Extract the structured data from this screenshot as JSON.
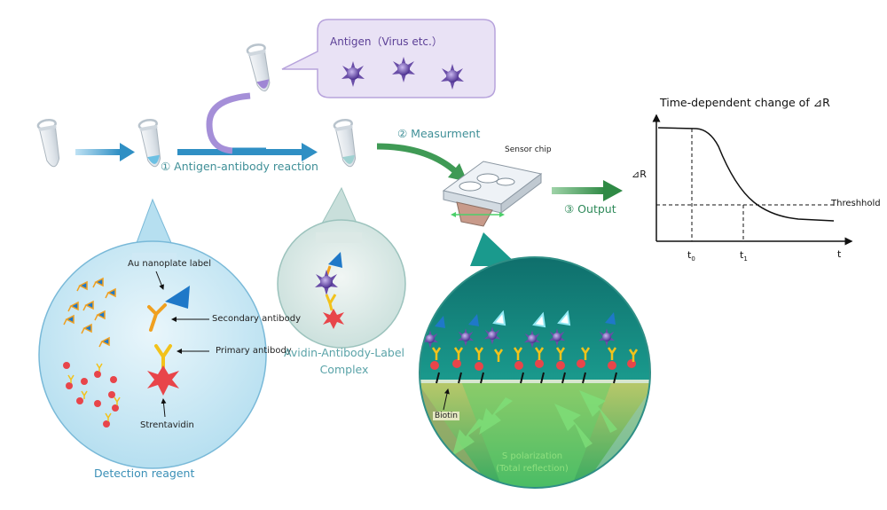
{
  "antigen_bubble": {
    "title": "Antigen（Virus etc.）"
  },
  "steps": {
    "step1": "① Antigen-antibody reaction",
    "step2": "② Measurment",
    "step3": "③ Output"
  },
  "sensor_chip": {
    "label": "Sensor chip"
  },
  "reagent": {
    "au_label": "Au nanoplate label",
    "secondary": "Secondary antibody",
    "primary": "Primary antibody",
    "strep": "Strentavidin",
    "caption": "Detection reagent"
  },
  "complex": {
    "line1": "Avidin-Antibody-Label",
    "line2": "Complex"
  },
  "detail": {
    "biotin": "Biotin",
    "pol1": "S polarization",
    "pol2": "(Total reflection)"
  },
  "graph": {
    "title": "Time-dependent change of ⊿R",
    "ylabel": "⊿R",
    "xlabel": "t",
    "t0": "t",
    "t0_sub": "0",
    "t1": "t",
    "t1_sub": "1",
    "threshold": "Threshhold"
  },
  "colors": {
    "arrow_blue": "#2f8fc4",
    "arrow_green": "#3f9a55",
    "antigen_purple": "#6a4ea8",
    "bubble_fill": "#e9e2f5",
    "strep_red": "#e8454a",
    "antibody_yellow": "#f2c21b",
    "label_blue": "#1f78c8"
  }
}
